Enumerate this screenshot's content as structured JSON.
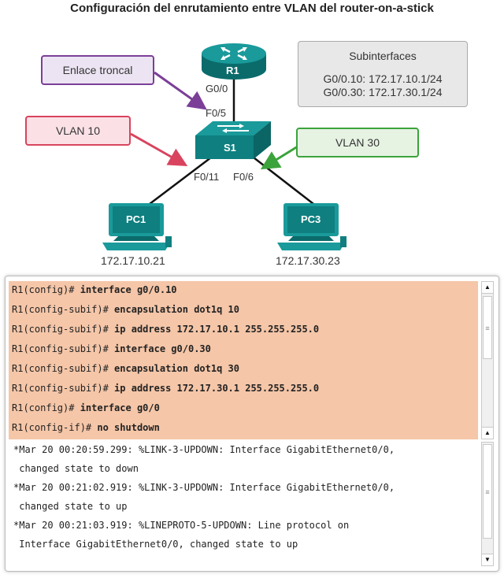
{
  "title": "Configuración del enrutamiento entre VLAN del router-on-a-stick",
  "devices": {
    "router": "R1",
    "switch": "S1",
    "pc1": "PC1",
    "pc3": "PC3"
  },
  "ports": {
    "r1_g0": "G0/0",
    "s1_f05": "F0/5",
    "s1_f011": "F0/11",
    "s1_f06": "F0/6"
  },
  "callouts": {
    "trunk": "Enlace troncal",
    "vlan10": "VLAN 10",
    "vlan30": "VLAN 30",
    "subinterfaces_title": "Subinterfaces",
    "subinterface_1": "G0/0.10: 172.17.10.1/24",
    "subinterface_2": "G0/0.30: 172.17.30.1/24"
  },
  "ips": {
    "pc1": "172.17.10.21",
    "pc3": "172.17.30.23"
  },
  "colors": {
    "trunk": "#7b3f98",
    "vlan10": "#d9435e",
    "vlan30": "#3ba33b",
    "device": "#0f7f7f",
    "command_bg": "#f5c6a8"
  },
  "commands": [
    {
      "prompt": "R1(config)# ",
      "cmd": "interface g0/0.10"
    },
    {
      "prompt": "R1(config-subif)# ",
      "cmd": "encapsulation dot1q 10"
    },
    {
      "prompt": "R1(config-subif)# ",
      "cmd": "ip address 172.17.10.1 255.255.255.0"
    },
    {
      "prompt": "R1(config-subif)# ",
      "cmd": "interface g0/0.30"
    },
    {
      "prompt": "R1(config-subif)# ",
      "cmd": "encapsulation dot1q 30"
    },
    {
      "prompt": "R1(config-subif)# ",
      "cmd": "ip address 172.17.30.1 255.255.255.0"
    },
    {
      "prompt": "R1(config)# ",
      "cmd": "interface g0/0"
    },
    {
      "prompt": "R1(config-if)# ",
      "cmd": "no shutdown"
    }
  ],
  "log": [
    "*Mar 20 00:20:59.299: %LINK-3-UPDOWN: Interface GigabitEthernet0/0,",
    " changed state to down",
    "*Mar 20 00:21:02.919: %LINK-3-UPDOWN: Interface GigabitEthernet0/0,",
    " changed state to up",
    "*Mar 20 00:21:03.919: %LINEPROTO-5-UPDOWN: Line protocol on",
    " Interface GigabitEthernet0/0, changed state to up"
  ]
}
